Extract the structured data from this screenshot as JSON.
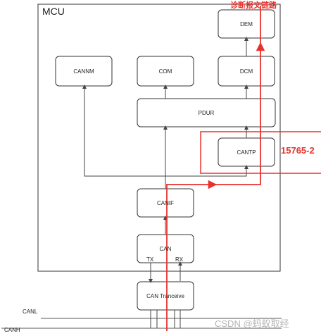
{
  "diagram": {
    "mcu_label": "MCU",
    "modules": {
      "dem": "DEM",
      "cannm": "CANNM",
      "com": "COM",
      "dcm": "DCM",
      "pdur": "PDUR",
      "cantp": "CANTP",
      "canif": "CANIF",
      "can": "CAN",
      "transceiver": "CAN Tranceive"
    },
    "pins": {
      "tx": "TX",
      "rx": "RX"
    },
    "bus": {
      "canl": "CANL",
      "canh": "CANH"
    },
    "annotations": {
      "diag_path": "诊断报文链路",
      "iso_standard": "15765-2"
    },
    "watermark": "CSDN @蚂蚁取经",
    "colors": {
      "box_border": "#333333",
      "arrow": "#444444",
      "highlight": "#e8322d",
      "watermark": "#b5b5b5"
    }
  }
}
